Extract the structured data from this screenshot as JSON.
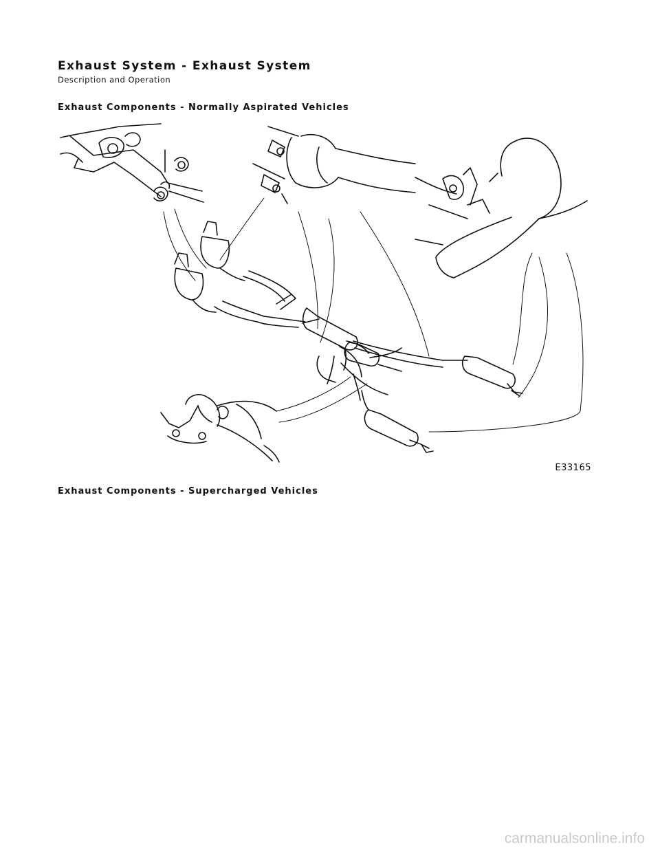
{
  "header": {
    "title": "Exhaust System - Exhaust System",
    "subtitle": "Description and Operation"
  },
  "sections": [
    {
      "heading": "Exhaust Components - Normally Aspirated Vehicles",
      "figure": {
        "reference": "E33165"
      }
    },
    {
      "heading": "Exhaust Components - Supercharged Vehicles"
    }
  ],
  "footer": {
    "watermark": "carmanualsonline.info"
  }
}
